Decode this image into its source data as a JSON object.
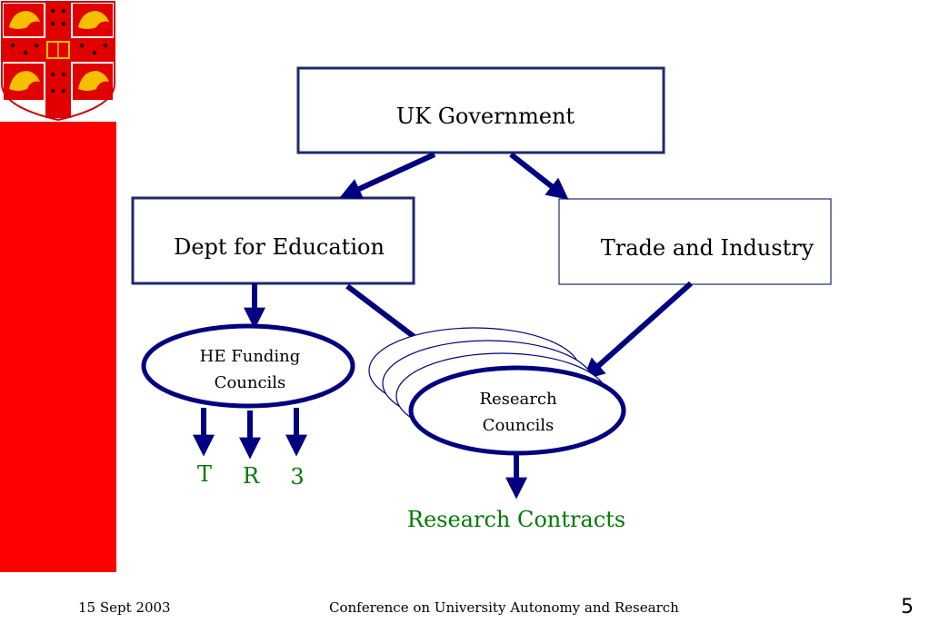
{
  "diagram": {
    "top": "UK Government",
    "dept_education": "Dept for Education",
    "trade_industry": "Trade and Industry",
    "he_funding": [
      "HE Funding",
      "Councils"
    ],
    "research_councils": [
      "Research",
      "Councils"
    ],
    "outputs": [
      "T",
      "R",
      "3"
    ],
    "research_contracts": "Research Contracts"
  },
  "footer": {
    "date": "15 Sept 2003",
    "title": "Conference on University Autonomy and Research",
    "page": "5"
  },
  "colors": {
    "navy": "#000080",
    "green": "#007a00",
    "red": "#ff0000",
    "gold": "#f5c000"
  },
  "icons": [
    "university-crest-icon"
  ]
}
